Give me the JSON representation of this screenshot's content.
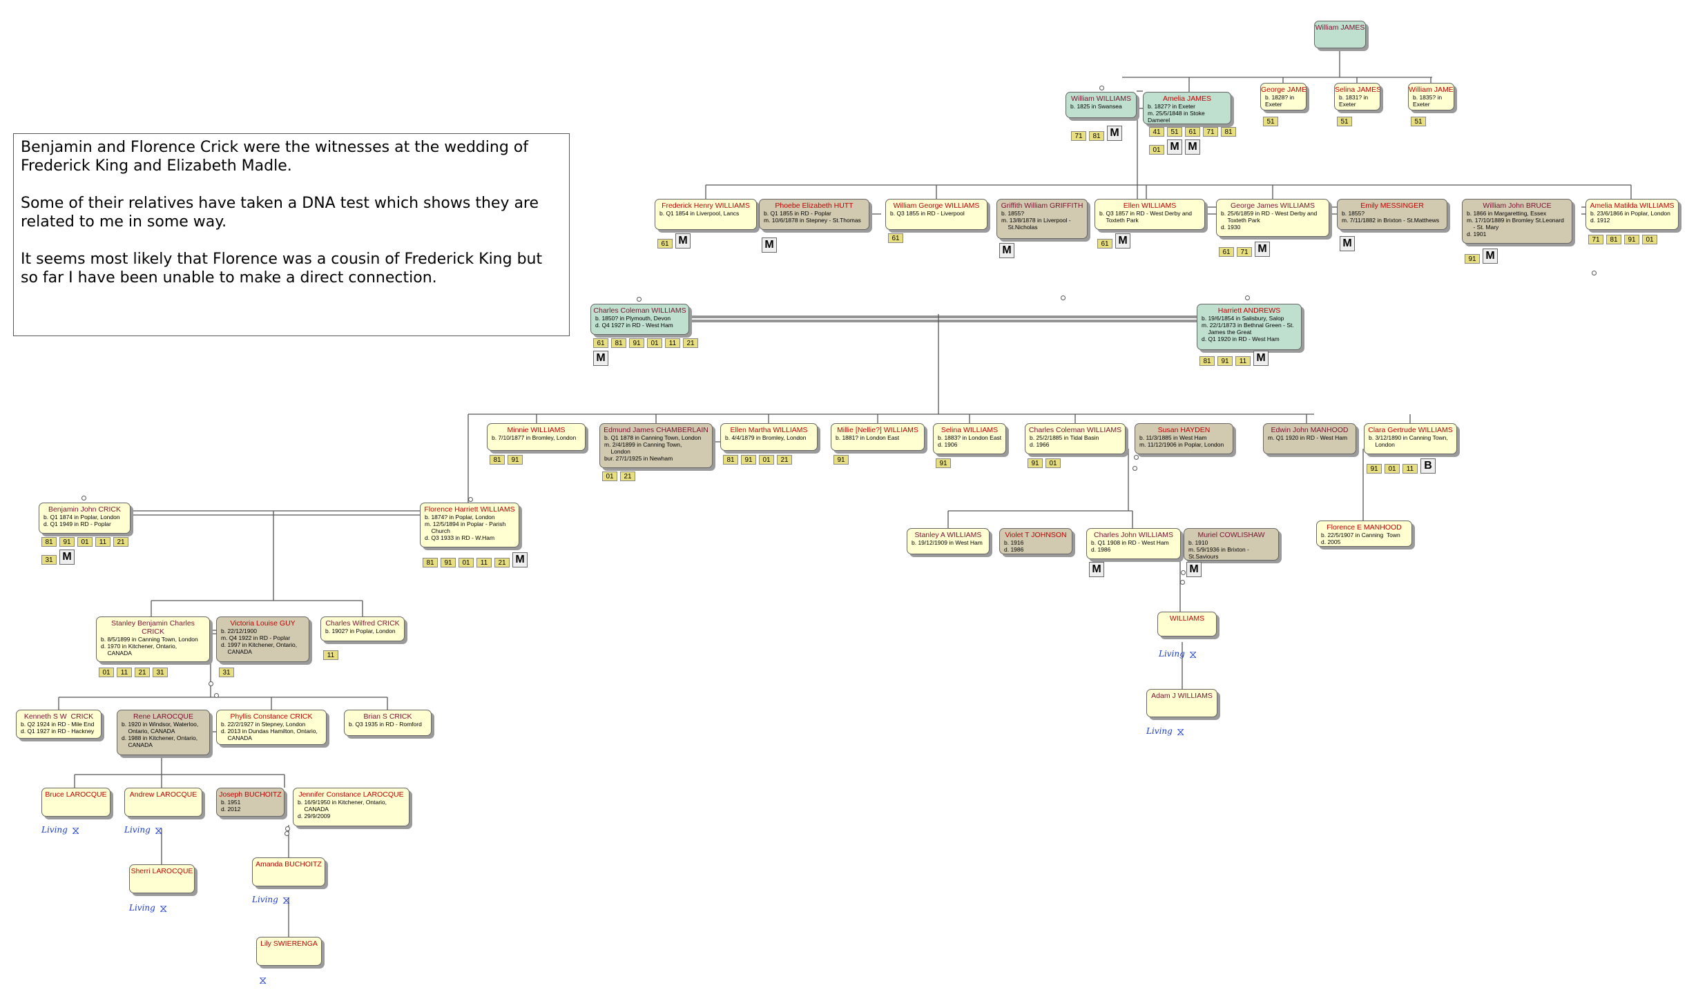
{
  "note": {
    "paragraphs": [
      "Benjamin and Florence Crick were the witnesses at the wedding of Frederick King and Elizabeth Madle.",
      "Some of their relatives have taken a DNA test which shows they are related to me in some way.",
      "It seems most likely that Florence was a cousin of Frederick King but so far I have been unable to make a direct connection."
    ]
  },
  "people": [
    {
      "id": "wjames",
      "name": "William JAMES",
      "lines": []
    },
    {
      "id": "wwilliams",
      "name": "William WILLIAMS",
      "lines": [
        "b. 1825 in Swansea"
      ],
      "census": [
        "71",
        "81"
      ],
      "icons": [
        "M"
      ]
    },
    {
      "id": "ajames",
      "name": "Amelia JAMES",
      "lines": [
        "b. 1827? in Exeter",
        "m. 25/5/1848 in Stoke Damerel"
      ],
      "census": [
        "41",
        "51",
        "61",
        "71",
        "81",
        "01"
      ],
      "icons": [
        "M",
        "M"
      ]
    },
    {
      "id": "gjames",
      "name": "George JAMES",
      "lines": [
        "b. 1828? in Exeter"
      ],
      "census": [
        "51"
      ]
    },
    {
      "id": "sjames",
      "name": "Selina JAMES",
      "lines": [
        "b. 1831? in Exeter"
      ],
      "census": [
        "51"
      ]
    },
    {
      "id": "wjames2",
      "name": "William JAMES",
      "lines": [
        "b. 1835? in Exeter"
      ],
      "census": [
        "51"
      ]
    },
    {
      "id": "fhw",
      "name": "Frederick Henry WILLIAMS",
      "lines": [
        "b. Q1 1854 in Liverpool, Lancs"
      ],
      "census": [
        "61"
      ],
      "icons": [
        "M"
      ]
    },
    {
      "id": "peh",
      "name": "Phoebe Elizabeth HUTT",
      "lines": [
        "b. Q1 1855 in RD - Poplar",
        "m. 10/6/1878 in Stepney - St.Thomas"
      ],
      "icons": [
        "M"
      ]
    },
    {
      "id": "wgw",
      "name": "William George WILLIAMS",
      "lines": [
        "b. Q3 1855 in RD - Liverpool"
      ],
      "census": [
        "61"
      ]
    },
    {
      "id": "gwg",
      "name": "Griffith William GRIFFITH",
      "lines": [
        "b. 1855?",
        "m. 13/8/1878 in Liverpool -",
        "    St.Nicholas"
      ],
      "icons": [
        "M"
      ]
    },
    {
      "id": "ew",
      "name": "Ellen WILLIAMS",
      "lines": [
        "b. Q3 1857 in RD - West Derby and",
        "    Toxteth Park"
      ],
      "census": [
        "61"
      ],
      "icons": [
        "M"
      ]
    },
    {
      "id": "gjw",
      "name": "George James WILLIAMS",
      "lines": [
        "b. 25/6/1859 in RD - West Derby and",
        "    Toxteth Park",
        "d. 1930"
      ],
      "census": [
        "61",
        "71"
      ],
      "icons": [
        "M"
      ]
    },
    {
      "id": "em",
      "name": "Emily MESSINGER",
      "lines": [
        "b. 1855?",
        "m. 7/11/1882 in Brixton - St.Matthews"
      ],
      "icons": [
        "M"
      ]
    },
    {
      "id": "wjb",
      "name": "William John BRUCE",
      "lines": [
        "b. 1866 in Margaretting, Essex",
        "m. 17/10/1889 in Bromley St.Leonard",
        "    - St. Mary",
        "d. 1901"
      ],
      "census": [
        "91"
      ],
      "icons": [
        "M"
      ]
    },
    {
      "id": "amw",
      "name": "Amelia Matilda WILLIAMS",
      "lines": [
        "b. 23/6/1866 in Poplar, London",
        "d. 1912"
      ],
      "census": [
        "71",
        "81",
        "91",
        "01"
      ]
    },
    {
      "id": "ccw",
      "name": "Charles Coleman WILLIAMS",
      "lines": [
        "b. 1850? in Plymouth, Devon",
        "d. Q4 1927 in RD - West Ham"
      ],
      "census": [
        "61",
        "81",
        "91",
        "01",
        "11",
        "21"
      ],
      "icons": [
        "M"
      ]
    },
    {
      "id": "ha",
      "name": "Harriett ANDREWS",
      "lines": [
        "b. 19/6/1854 in Salisbury, Salop",
        "m. 22/1/1873 in Bethnal Green - St.",
        "    James the Great",
        "d. Q1 1920 in RD - West Ham"
      ],
      "census": [
        "81",
        "91",
        "11"
      ],
      "icons": [
        "M"
      ]
    },
    {
      "id": "minnie",
      "name": "Minnie WILLIAMS",
      "lines": [
        "b. 7/10/1877 in Bromley, London"
      ],
      "census": [
        "81",
        "91"
      ]
    },
    {
      "id": "ejc",
      "name": "Edmund James CHAMBERLAIN",
      "lines": [
        "b. Q1 1878 in Canning Town, London",
        "m. 2/4/1899 in Canning Town,",
        "    London",
        "bur. 27/1/1925 in Newham"
      ],
      "census": [
        "01",
        "21"
      ]
    },
    {
      "id": "emw",
      "name": "Ellen Martha WILLIAMS",
      "lines": [
        "b. 4/4/1879 in Bromley, London"
      ],
      "census": [
        "81",
        "91",
        "01",
        "21"
      ]
    },
    {
      "id": "millie",
      "name": "Millie [Nellie?] WILLIAMS",
      "lines": [
        "b. 1881? in London East"
      ],
      "census": [
        "91"
      ]
    },
    {
      "id": "selina",
      "name": "Selina WILLIAMS",
      "lines": [
        "b. 1883? in London East",
        "d. 1906"
      ],
      "census": [
        "91"
      ]
    },
    {
      "id": "ccw2",
      "name": "Charles Coleman WILLIAMS",
      "lines": [
        "b. 25/2/1885 in Tidal Basin",
        "d. 1966"
      ],
      "census": [
        "91",
        "01"
      ]
    },
    {
      "id": "shayden",
      "name": "Susan HAYDEN",
      "lines": [
        "b. 11/3/1885 in West Ham",
        "m. 11/12/1906 in Poplar, London"
      ]
    },
    {
      "id": "ejm",
      "name": "Edwin John MANHOOD",
      "lines": [
        "m. Q1 1920 in RD - West Ham"
      ]
    },
    {
      "id": "cgw",
      "name": "Clara Gertrude WILLIAMS",
      "lines": [
        "b. 3/12/1890 in Canning Town,",
        "    London"
      ],
      "census": [
        "91",
        "01",
        "11"
      ],
      "icons": [
        "B"
      ]
    },
    {
      "id": "bjc",
      "name": "Benjamin John CRICK",
      "lines": [
        "b. Q1 1874 in Poplar, London",
        "d. Q1 1949 in RD - Poplar"
      ],
      "census": [
        "81",
        "91",
        "01",
        "11",
        "21",
        "31"
      ],
      "icons": [
        "M"
      ]
    },
    {
      "id": "fhw2",
      "name": "Florence Harriett WILLIAMS",
      "lines": [
        "b. 1874? in Poplar, London",
        "m. 12/5/1894 in Poplar - Parish",
        "    Church",
        "d. Q3 1933 in RD - W.Ham"
      ],
      "census": [
        "81",
        "91",
        "01",
        "11",
        "21"
      ],
      "icons": [
        "M"
      ]
    },
    {
      "id": "saw",
      "name": "Stanley A WILLIAMS",
      "lines": [
        "b. 19/12/1909 in West Ham"
      ]
    },
    {
      "id": "vtj",
      "name": "Violet T JOHNSON",
      "lines": [
        "b. 1916",
        "d. 1986"
      ]
    },
    {
      "id": "cjw",
      "name": "Charles John WILLIAMS",
      "lines": [
        "b. Q1 1908 in RD - West Ham",
        "d. 1986"
      ],
      "icons": [
        "M"
      ]
    },
    {
      "id": "mc",
      "name": "Muriel COWLISHAW",
      "lines": [
        "b. 1910",
        "m. 5/9/1936 in Brixton - St.Saviours"
      ],
      "icons": [
        "M"
      ]
    },
    {
      "id": "fem",
      "name": "Florence E MANHOOD",
      "lines": [
        "b. 22/5/1907 in Canning  Town",
        "d. 2005"
      ]
    },
    {
      "id": "sbc",
      "name": "Stanley Benjamin Charles\nCRICK",
      "lines": [
        "b. 8/5/1899 in Canning Town, London",
        "d. 1970 in Kitchener, Ontario,",
        "    CANADA"
      ],
      "census": [
        "01",
        "11",
        "21",
        "31"
      ]
    },
    {
      "id": "vlg",
      "name": "Victoria Louise GUY",
      "lines": [
        "b. 22/12/1900",
        "m. Q4 1922 in RD - Poplar",
        "d. 1997 in Kitchener, Ontario,",
        "    CANADA"
      ],
      "census": [
        "31"
      ]
    },
    {
      "id": "cwc",
      "name": "Charles Wilfred CRICK",
      "lines": [
        "b. 1902? in Poplar, London"
      ],
      "census": [
        "11"
      ]
    },
    {
      "id": "wil",
      "name": "WILLIAMS",
      "lines": []
    },
    {
      "id": "ajw",
      "name": "Adam J WILLIAMS",
      "lines": []
    },
    {
      "id": "kswc",
      "name": "Kenneth S W  CRICK",
      "lines": [
        "b. Q2 1924 in RD - Mile End",
        "d. Q1 1927 in RD - Hackney"
      ]
    },
    {
      "id": "rl",
      "name": "Rene LAROCQUE",
      "lines": [
        "b. 1920 in Windsor, Waterloo,",
        "    Ontario, CANADA",
        "d. 1988 in Kitchener, Ontario,",
        "    CANADA"
      ]
    },
    {
      "id": "pcc",
      "name": "Phyllis Constance CRICK",
      "lines": [
        "b. 22/2/1927 in Stepney, London",
        "d. 2013 in Dundas Hamilton, Ontario,",
        "    CANADA"
      ]
    },
    {
      "id": "bsc",
      "name": "Brian S CRICK",
      "lines": [
        "b. Q3 1935 in RD - Romford"
      ]
    },
    {
      "id": "brl",
      "name": "Bruce LAROCQUE",
      "lines": []
    },
    {
      "id": "anl",
      "name": "Andrew LAROCQUE",
      "lines": []
    },
    {
      "id": "jb",
      "name": "Joseph BUCHOITZ",
      "lines": [
        "b. 1951",
        "d. 2012"
      ]
    },
    {
      "id": "jcl",
      "name": "Jennifer Constance LAROCQUE",
      "lines": [
        "b. 16/9/1950 in Kitchener, Ontario,",
        "    CANADA",
        "d. 29/9/2009"
      ]
    },
    {
      "id": "shl",
      "name": "Sherri LAROCQUE",
      "lines": []
    },
    {
      "id": "amb",
      "name": "Amanda BUCHOITZ",
      "lines": []
    },
    {
      "id": "ls",
      "name": "Lily SWIERENGA",
      "lines": []
    }
  ],
  "living_label": "Living",
  "dna_icon": "dna-helix-icon",
  "marriage_icon": "M",
  "baptism_icon": "B",
  "colors": {
    "living_female": "#ffffd2",
    "ancestor": "#bfe0cf",
    "spouse": "#d2cab0",
    "name_red": "#c00000",
    "living_blue": "#1a3acc"
  }
}
